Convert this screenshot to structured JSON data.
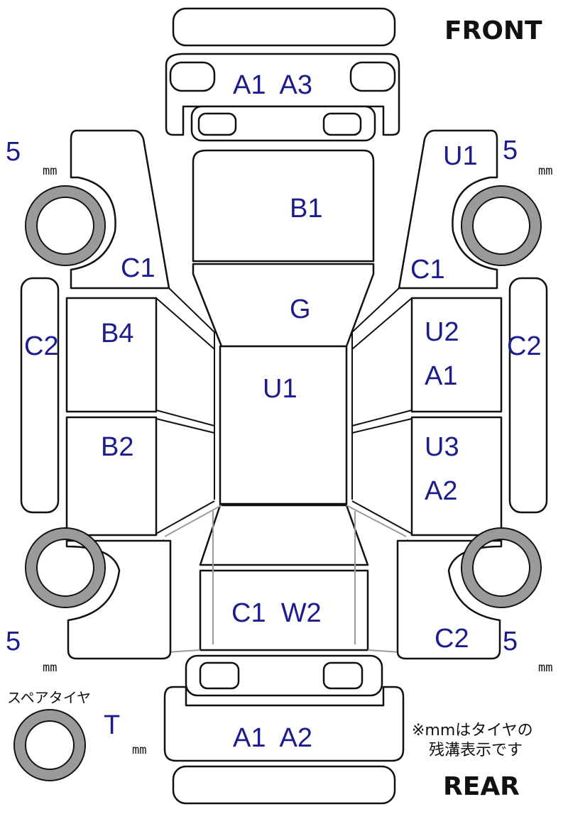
{
  "headings": {
    "front": "FRONT",
    "rear": "REAR"
  },
  "parts": {
    "front_codes": "A1  A3",
    "hood": "B1",
    "windshield": "G",
    "roof": "U1",
    "left_front_fender": "C1",
    "right_front_fender_code": "U1",
    "right_front_fender": "C1",
    "left_sill": "C2",
    "right_sill": "C2",
    "left_front_door": "B4",
    "left_rear_door": "B2",
    "right_front_door_a": "U2",
    "right_front_door_b": "A1",
    "right_rear_door_a": "U3",
    "right_rear_door_b": "A2",
    "trunk": "C1  W2",
    "right_rear_fender": "C2",
    "rear_codes": "A1  A2",
    "spare_code": "T"
  },
  "tread": {
    "front_left": "5",
    "front_right": "5",
    "rear_left": "5",
    "rear_right": "5",
    "unit": "mm"
  },
  "spare": {
    "label": "スペアタイヤ"
  },
  "note": {
    "line1": "※mmはタイヤの",
    "line2": "残溝表示です"
  }
}
